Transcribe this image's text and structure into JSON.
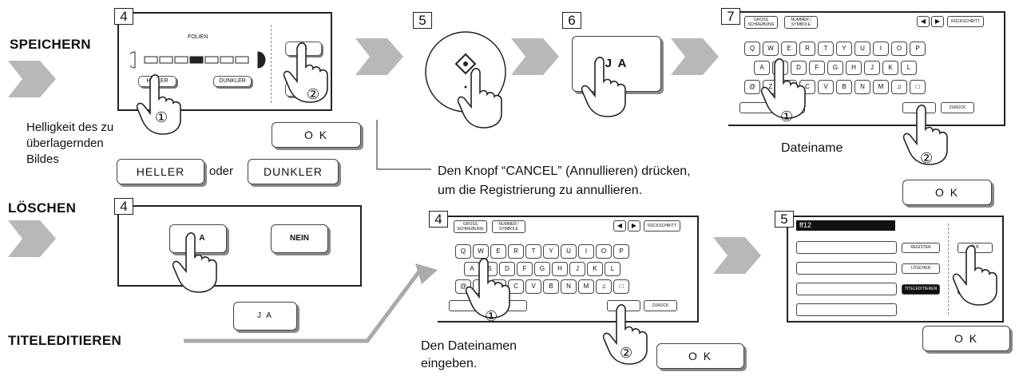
{
  "sections": {
    "speichern": "SPEICHERN",
    "loeschen": "LÖSCHEN",
    "titeleditieren": "TITELEDITIEREN"
  },
  "steps": {
    "s4": "4",
    "s5": "5",
    "s6": "6",
    "s7": "7"
  },
  "circled": {
    "one": "①",
    "two": "②"
  },
  "speichern": {
    "panel_title": "FOLIEN",
    "heller": "HELLER",
    "dunkler": "DUNKLER",
    "ok": "OK",
    "note_lines": [
      "Helligkeit des zu",
      "überlagernden",
      "Bildes"
    ],
    "oder": "oder",
    "ok_large": "O K",
    "heller_large": "HELLER",
    "dunkler_large": "DUNKLER"
  },
  "step6": {
    "ja": "J A"
  },
  "keyboard": {
    "gross": [
      "GROSS",
      "SCHREIBUNG"
    ],
    "nummer": [
      "NUMMER /",
      "SYMBOLE"
    ],
    "left_arrow": "◀",
    "right_arrow": "▶",
    "rueckschritt": "RÜCKSCHRITT",
    "row1": [
      "Q",
      "W",
      "E",
      "R",
      "T",
      "Y",
      "U",
      "I",
      "O",
      "P"
    ],
    "row2": [
      "A",
      "S",
      "D",
      "F",
      "G",
      "H",
      "J",
      "K",
      "L"
    ],
    "row3": [
      "@",
      "Z",
      "X",
      "C",
      "V",
      "B",
      "N",
      "M",
      "♫",
      "□"
    ],
    "zurueck": "ZURÜCK"
  },
  "step7": {
    "dateiname": "Dateiname",
    "ok": "O K"
  },
  "cancel_note": [
    "Den Knopf “CANCEL” (Annullieren) drücken,",
    "um die Registrierung zu annullieren."
  ],
  "loeschen": {
    "ja": "J A",
    "nein": "NEIN",
    "ja_small": "J A"
  },
  "titel": {
    "note_lines": [
      "Den Dateinamen",
      "eingeben."
    ],
    "ok": "O K"
  },
  "list": {
    "header": "ff12",
    "register": "REGISTER",
    "loeschen": "LÖSCHEN",
    "titeleditieren": "TITELEDITIEREN",
    "ok": "O K",
    "ok_large": "O K"
  },
  "colors": {
    "arrow": "#b8b8b8",
    "line": "#aaaaaa",
    "panel_border": "#222222",
    "highlight": "#111111"
  }
}
